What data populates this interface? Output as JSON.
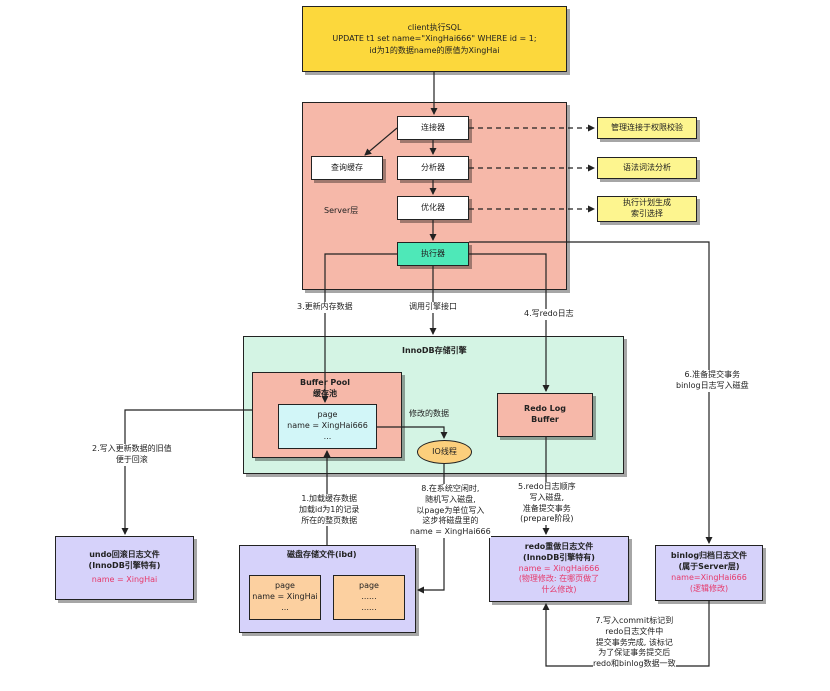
{
  "client": {
    "line1": "client执行SQL",
    "line2": "UPDATE t1 set name=\"XingHai666\" WHERE id = 1;",
    "line3": "id为1的数据name的原值为XingHai"
  },
  "server": {
    "title": "Server层",
    "connector": "连接器",
    "query_cache": "查询缓存",
    "analyzer": "分析器",
    "optimizer": "优化器",
    "executor": "执行器"
  },
  "notes": {
    "connector": "管理连接于权限校验",
    "analyzer": "语法词法分析",
    "optimizer_l1": "执行计划生成",
    "optimizer_l2": "索引选择"
  },
  "steps": {
    "update_memory": "3.更新内存数据",
    "call_engine": "调用引擎接口",
    "write_redo": "4.写redo日志",
    "prepare_l1": "6.准备提交事务",
    "prepare_l2": "binlog日志写入磁盘",
    "undo_l1": "2.写入更新数据的旧值",
    "undo_l2": "便于回滚",
    "load_l1": "1.加载缓存数据",
    "load_l2": "加载id为1的记录",
    "load_l3": "所在的整页数据",
    "io_l1": "8.在系统空闲时,",
    "io_l2": "随机写入磁盘,",
    "io_l3": "以page为单位写入",
    "io_l4": "这步将磁盘里的",
    "io_l5": "name = XingHai666",
    "redo_l1": "5.redo日志顺序",
    "redo_l2": "写入磁盘,",
    "redo_l3": "准备提交事务",
    "redo_l4": "(prepare阶段)",
    "commit_l1": "7.写入commit标记到",
    "commit_l2": "redo日志文件中",
    "commit_l3": "提交事务完成, 该标记",
    "commit_l4": "为了保证事务提交后",
    "commit_l5": "redo和binlog数据一致",
    "modified": "修改的数据"
  },
  "innodb": {
    "title": "InnoDB存储引擎",
    "buffer_pool_l1": "Buffer Pool",
    "buffer_pool_l2": "缓存池",
    "page_l1": "page",
    "page_l2": "name = XingHai666",
    "page_l3": "...",
    "redo_buffer_l1": "Redo Log",
    "redo_buffer_l2": "Buffer",
    "io_thread": "IO线程"
  },
  "undo_file": {
    "l1": "undo回滚日志文件",
    "l2": "(InnoDB引擎特有)",
    "value": "name = XingHai"
  },
  "disk_file": {
    "title": "磁盘存储文件(ibd)",
    "page1_l1": "page",
    "page1_l2": "name = XingHai",
    "page1_l3": "...",
    "page2_l1": "page",
    "page2_l2": "......",
    "page2_l3": "......"
  },
  "redo_file": {
    "l1": "redo重做日志文件",
    "l2": "(InnoDB引擎特有)",
    "value": "name = XingHai666",
    "note_l1": "(物理修改: 在哪页做了",
    "note_l2": "什么修改)"
  },
  "binlog_file": {
    "l1": "binlog归档日志文件",
    "l2": "(属于Server层)",
    "value": "name=XingHai666",
    "note": "(逻辑修改)"
  },
  "colors": {
    "client": "#fcd83c",
    "server": "#f6b8a9",
    "innodb": "#d4f4e4",
    "executor": "#4ee8b8",
    "note": "#fdf58f",
    "page": "#d2f6f8",
    "file": "#d6d2fa",
    "disk_page": "#fcd0a0",
    "io": "#fccf7c",
    "accent": "#e6396b"
  }
}
